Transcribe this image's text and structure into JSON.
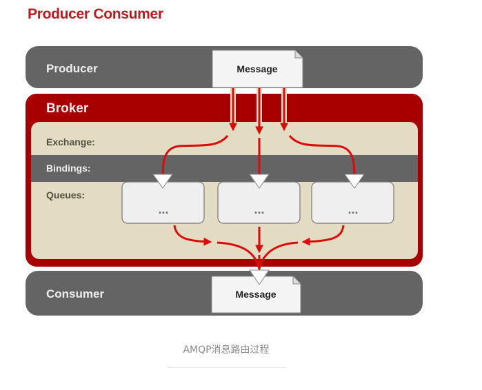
{
  "header": {
    "title": "Producer Consumer"
  },
  "diagram": {
    "producer": {
      "label": "Producer",
      "message_label": "Message"
    },
    "broker": {
      "label": "Broker",
      "exchange_label": "Exchange:",
      "bindings_label": "Bindings:",
      "queues_label": "Queues:",
      "queues": [
        {
          "content": "..."
        },
        {
          "content": "..."
        },
        {
          "content": "..."
        }
      ]
    },
    "consumer": {
      "label": "Consumer",
      "message_label": "Message"
    },
    "colors": {
      "broker_red": "#a80000",
      "arrow_red": "#dd0a0a",
      "panel_gray": "#646464",
      "inner_beige": "#e3dcc2",
      "queue_fill": "#efefef",
      "title_red": "#c0161c"
    }
  },
  "caption": {
    "text": "AMQP消息路由过程"
  }
}
